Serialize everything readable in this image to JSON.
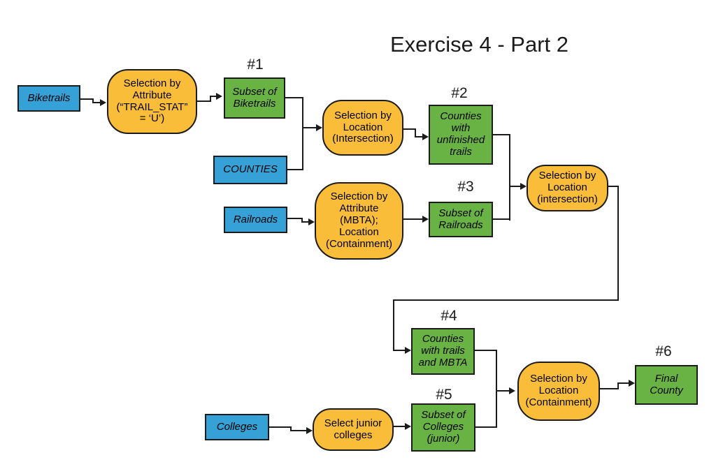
{
  "title": "Exercise 4 - Part 2",
  "colors": {
    "input_box": "#35A1D7",
    "process_box": "#FABD3A",
    "output_box": "#69B345",
    "connector": "#1B1B1B",
    "background": "#FFFFFF"
  },
  "nodes": {
    "biketrails": {
      "label": "Biketrails",
      "type": "input"
    },
    "sel_attr_trailstat": {
      "label": "Selection by\nAttribute\n(“TRAIL_STAT”\n= ‘U’)",
      "type": "process"
    },
    "subset_biketrails": {
      "label": "Subset of\nBiketrails",
      "type": "output",
      "step": "#1"
    },
    "counties": {
      "label": "COUNTIES",
      "type": "input"
    },
    "sel_loc_intersection": {
      "label": "Selection by\nLocation\n(Intersection)",
      "type": "process"
    },
    "counties_unfinished": {
      "label": "Counties\nwith\nunfinished\ntrails",
      "type": "output",
      "step": "#2"
    },
    "railroads": {
      "label": "Railroads",
      "type": "input"
    },
    "sel_attr_mbta": {
      "label": "Selection by\nAttribute\n(MBTA);\nLocation\n(Containment)",
      "type": "process"
    },
    "subset_railroads": {
      "label": "Subset of\nRailroads",
      "type": "output",
      "step": "#3"
    },
    "sel_loc_intersection2": {
      "label": "Selection by\nLocation\n(intersection)",
      "type": "process"
    },
    "counties_trails_mbta": {
      "label": "Counties\nwith trails\nand MBTA",
      "type": "output",
      "step": "#4"
    },
    "subset_colleges": {
      "label": "Subset of\nColleges\n(junior)",
      "type": "output",
      "step": "#5"
    },
    "select_junior_colleges": {
      "label": "Select junior\ncolleges",
      "type": "process"
    },
    "colleges": {
      "label": "Colleges",
      "type": "input"
    },
    "sel_loc_containment": {
      "label": "Selection by\nLocation\n(Containment)",
      "type": "process"
    },
    "final_county": {
      "label": "Final\nCounty",
      "type": "output",
      "step": "#6"
    }
  }
}
